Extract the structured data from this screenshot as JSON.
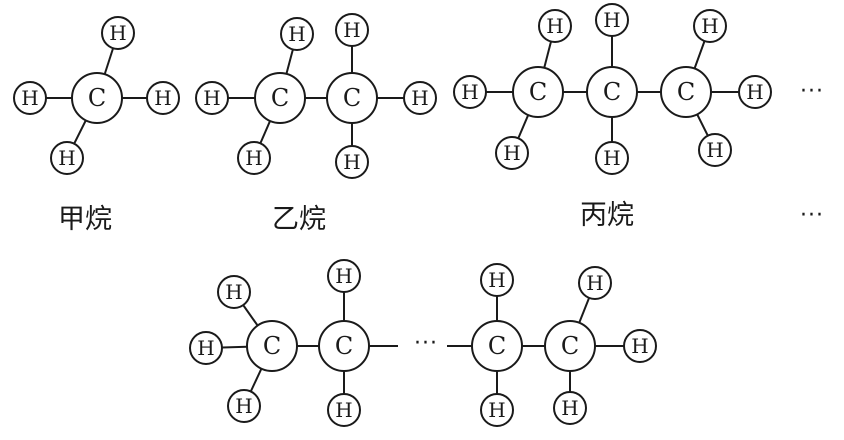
{
  "atom_symbols": {
    "carbon": "C",
    "hydrogen": "H"
  },
  "labels": {
    "methane": "甲烷",
    "ethane": "乙烷",
    "propane": "丙烷"
  },
  "ellipsis": "···"
}
